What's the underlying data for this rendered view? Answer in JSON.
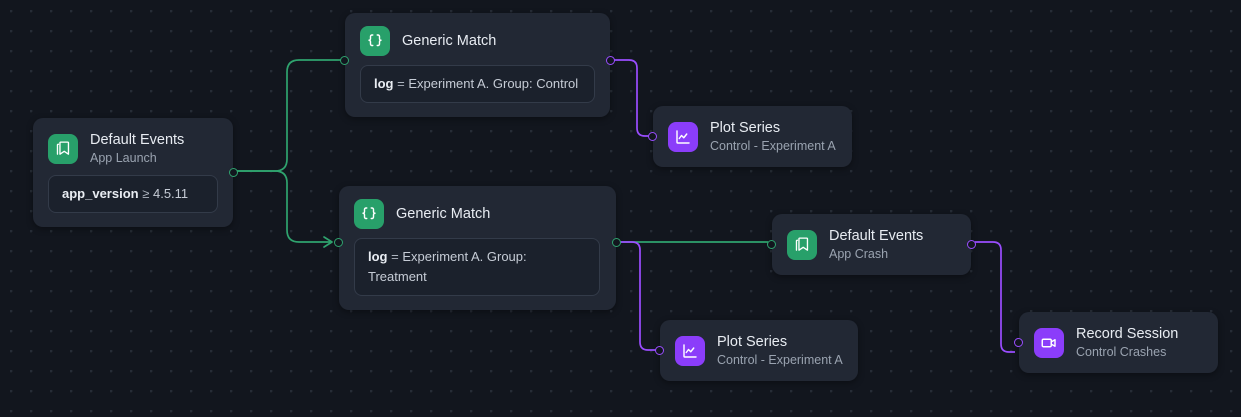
{
  "canvas": {
    "background_color": "#12161e",
    "grid_dot_color": "#262c36",
    "edge_color_green": "#2fa36e",
    "edge_color_purple": "#9a4dff",
    "node_background": "#222834"
  },
  "nodes": [
    {
      "id": "default-events",
      "title": "Default Events",
      "subtitle": "App Launch",
      "icon": "bookmark-icon",
      "icon_color": "#28a06a",
      "condition": {
        "key": "app_version",
        "operator": "≥",
        "value": "4.5.11"
      }
    },
    {
      "id": "match-control",
      "title": "Generic Match",
      "subtitle": "",
      "icon": "braces-icon",
      "icon_color": "#28a06a",
      "condition": {
        "key": "log",
        "operator": "=",
        "value": "Experiment A. Group: Control"
      }
    },
    {
      "id": "match-treatment",
      "title": "Generic Match",
      "subtitle": "",
      "icon": "braces-icon",
      "icon_color": "#28a06a",
      "condition": {
        "key": "log",
        "operator": "=",
        "value": "Experiment A. Group: Treatment"
      }
    },
    {
      "id": "plot-control",
      "title": "Plot Series",
      "subtitle": "Control - Experiment A",
      "icon": "chart-line-icon",
      "icon_color": "#8b3dfa"
    },
    {
      "id": "plot-treatment",
      "title": "Plot Series",
      "subtitle": "Control - Experiment A",
      "icon": "chart-line-icon",
      "icon_color": "#8b3dfa"
    },
    {
      "id": "app-crash",
      "title": "Default Events",
      "subtitle": "App Crash",
      "icon": "bookmark-icon",
      "icon_color": "#28a06a"
    },
    {
      "id": "record-session",
      "title": "Record Session",
      "subtitle": "Control Crashes",
      "icon": "video-camera-icon",
      "icon_color": "#8b3dfa"
    }
  ],
  "edges": [
    {
      "from": "default-events",
      "to": "match-control",
      "color": "#2fa36e",
      "arrow": true
    },
    {
      "from": "default-events",
      "to": "match-treatment",
      "color": "#2fa36e",
      "arrow": true
    },
    {
      "from": "match-control",
      "to": "plot-control",
      "color": "#9a4dff",
      "arrow": false
    },
    {
      "from": "match-treatment",
      "to": "app-crash",
      "color": "#2fa36e",
      "arrow": false
    },
    {
      "from": "match-treatment",
      "to": "plot-treatment",
      "color": "#9a4dff",
      "arrow": false
    },
    {
      "from": "app-crash",
      "to": "record-session",
      "color": "#9a4dff",
      "arrow": false
    }
  ]
}
